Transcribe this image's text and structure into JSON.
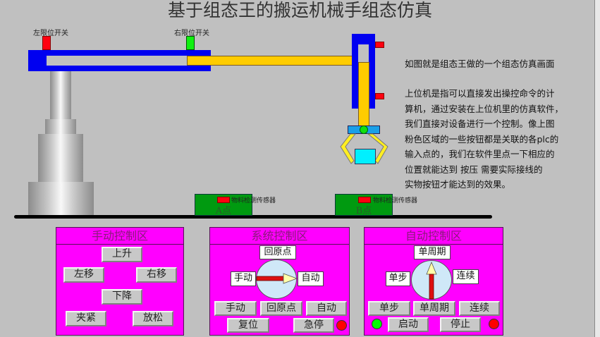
{
  "title": "基于组态王的搬运机械手组态仿真",
  "labels": {
    "left_limit": "左限位开关",
    "right_limit": "右限位开关",
    "sensor_a": "物料检测传感器",
    "sensor_b": "物料检测传感器",
    "station_a": "A点",
    "station_b": "B点"
  },
  "description": {
    "line1": "如图就是组态王做的一个组态仿真画面",
    "paragraph": "上位机是指可以直接发出操控命令的计\n算机，通过安装在上位机里的仿真软件，\n我们直接对设备进行一个控制。像上图\n粉色区域的一些按钮都是关联的各plc的\n输入点的，我们在软件里点一下相应的\n位置就能达到  按压   需要实际接线的\n实物按钮才能达到的效果。"
  },
  "manual_panel": {
    "title": "手动控制区",
    "buttons": {
      "up": "上升",
      "left": "左移",
      "right": "右移",
      "down": "下降",
      "clamp": "夹紧",
      "release": "放松"
    }
  },
  "system_panel": {
    "title": "系统控制区",
    "dial_labels": {
      "top": "回原点",
      "left": "手动",
      "right": "自动"
    },
    "dial_position": "自动",
    "buttons": {
      "manual": "手动",
      "home": "回原点",
      "auto": "自动",
      "reset": "复位",
      "estop": "急停"
    },
    "lamp_color": "#ff0000"
  },
  "auto_panel": {
    "title": "自动控制区",
    "dial_labels": {
      "top": "单周期",
      "left": "单步",
      "right": "连续"
    },
    "dial_position": "单周期",
    "buttons": {
      "step": "单步",
      "single_cycle": "单周期",
      "continuous": "连续",
      "start": "启动",
      "stop": "停止"
    },
    "start_lamp_color": "#00ff00",
    "stop_lamp_color": "#ff0000"
  },
  "colors": {
    "background": "#c0c0c0",
    "panel": "#ff00ff",
    "arm_frame": "#0000f0",
    "arm_rod": "#ffcc00",
    "station": "#009a10",
    "left_limit": "#ff0010",
    "right_limit": "#10f010"
  }
}
